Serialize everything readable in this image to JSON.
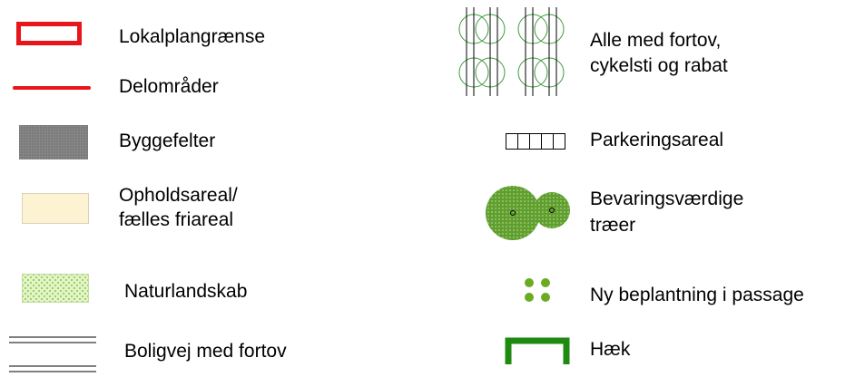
{
  "legend": {
    "left": [
      {
        "label_lines": [
          "Lokalplangrænse"
        ]
      },
      {
        "label_lines": [
          "Delområder"
        ]
      },
      {
        "label_lines": [
          "Byggefelter"
        ]
      },
      {
        "label_lines": [
          "Opholdsareal/",
          "fælles friareal"
        ]
      },
      {
        "label_lines": [
          "Naturlandskab"
        ]
      },
      {
        "label_lines": [
          "Boligvej med fortov"
        ]
      }
    ],
    "right": [
      {
        "label_lines": [
          "Alle med fortov,",
          "cykelsti og rabat"
        ]
      },
      {
        "label_lines": [
          "Parkeringsareal"
        ]
      },
      {
        "label_lines": [
          "Bevaringsværdige",
          "træer"
        ]
      },
      {
        "label_lines": [
          "Ny beplantning i passage"
        ]
      },
      {
        "label_lines": [
          "Hæk"
        ]
      }
    ]
  },
  "colors": {
    "boundary_red": "#e8151b",
    "building_gray": "#7a7a7a",
    "recreation_fill": "#fdf3d2",
    "nature_fill": "#e3f5c0",
    "tree_green": "#5f9e2f",
    "hedge_green": "#1f8a12",
    "avenue_green": "#3e9a3e"
  }
}
